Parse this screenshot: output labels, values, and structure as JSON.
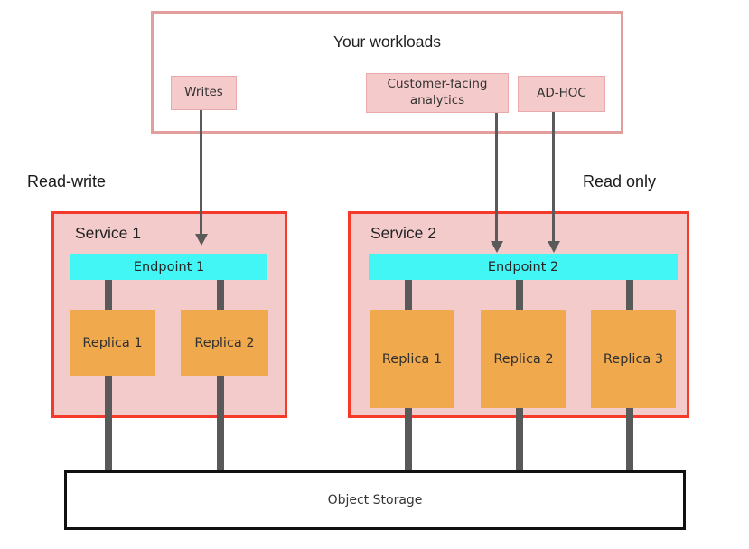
{
  "workloads": {
    "title": "Your workloads",
    "items": [
      {
        "label": "Writes"
      },
      {
        "label": "Customer-facing analytics"
      },
      {
        "label": "AD-HOC"
      }
    ]
  },
  "labels": {
    "read_write": "Read-write",
    "read_only": "Read only"
  },
  "services": [
    {
      "name": "Service 1",
      "mode": "Read-write",
      "endpoint": "Endpoint 1",
      "replicas": [
        "Replica 1",
        "Replica 2"
      ]
    },
    {
      "name": "Service 2",
      "mode": "Read only",
      "endpoint": "Endpoint 2",
      "replicas": [
        "Replica 1",
        "Replica 2",
        "Replica 3"
      ]
    }
  ],
  "storage": {
    "label": "Object Storage"
  },
  "connections": {
    "arrows": [
      {
        "from": "Writes",
        "to": "Endpoint 1"
      },
      {
        "from": "Customer-facing analytics",
        "to": "Endpoint 2"
      },
      {
        "from": "AD-HOC",
        "to": "Endpoint 2"
      }
    ],
    "links": [
      {
        "from": "Endpoint 1",
        "to": "Replica 1 (Service 1)"
      },
      {
        "from": "Endpoint 1",
        "to": "Replica 2 (Service 1)"
      },
      {
        "from": "Replica 1 (Service 1)",
        "to": "Object Storage"
      },
      {
        "from": "Replica 2 (Service 1)",
        "to": "Object Storage"
      },
      {
        "from": "Endpoint 2",
        "to": "Replica 1 (Service 2)"
      },
      {
        "from": "Endpoint 2",
        "to": "Replica 2 (Service 2)"
      },
      {
        "from": "Endpoint 2",
        "to": "Replica 3 (Service 2)"
      },
      {
        "from": "Replica 1 (Service 2)",
        "to": "Object Storage"
      },
      {
        "from": "Replica 2 (Service 2)",
        "to": "Object Storage"
      },
      {
        "from": "Replica 3 (Service 2)",
        "to": "Object Storage"
      }
    ]
  },
  "colors": {
    "workloads_border": "#e29d9d",
    "chip_fill": "#f5caca",
    "chip_border": "#e7abab",
    "service_border": "#f43b2b",
    "service_fill": "#f2cbca",
    "endpoint_fill": "#43f6f6",
    "replica_fill": "#f1a94e",
    "connector_gray": "#595959",
    "storage_border": "#111111",
    "background": "#ffffff"
  }
}
